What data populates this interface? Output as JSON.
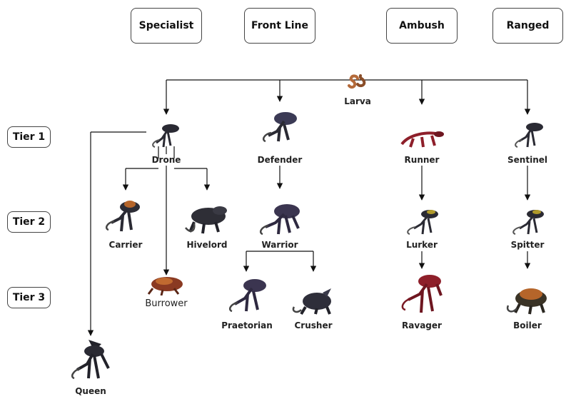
{
  "categories": [
    "Specialist",
    "Front Line",
    "Ambush",
    "Ranged"
  ],
  "tiers": [
    "Tier 1",
    "Tier 2",
    "Tier 3"
  ],
  "units": {
    "larva": "Larva",
    "drone": "Drone",
    "defender": "Defender",
    "runner": "Runner",
    "sentinel": "Sentinel",
    "carrier": "Carrier",
    "hivelord": "Hivelord",
    "warrior": "Warrior",
    "lurker": "Lurker",
    "spitter": "Spitter",
    "burrower": "Burrower",
    "praetorian": "Praetorian",
    "crusher": "Crusher",
    "ravager": "Ravager",
    "boiler": "Boiler",
    "queen": "Queen"
  },
  "colors": {
    "dark": "#2a2a33",
    "purple": "#3b3550",
    "red": "#8e1f2a",
    "orange": "#b5652a",
    "yellow": "#b09a2a",
    "brown": "#b46a3a"
  }
}
